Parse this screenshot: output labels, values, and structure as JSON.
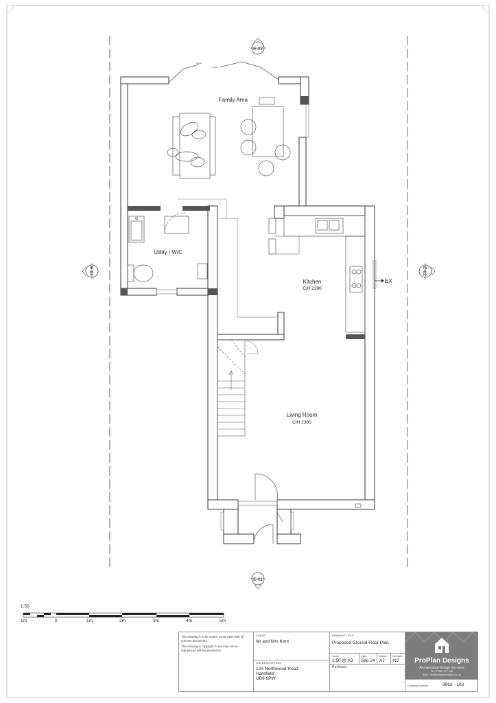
{
  "elevation_markers": {
    "top": "E-03",
    "left": "E-04",
    "right": "E-02",
    "bottom": "E-01"
  },
  "rooms": {
    "family_area": {
      "name": "Family Area"
    },
    "utility": {
      "name": "Utility / W/C"
    },
    "kitchen": {
      "name": "Kitchen",
      "height": "C/H 2390"
    },
    "living": {
      "name": "Living Room",
      "height": "C/H 2380"
    }
  },
  "extract_label": "EX",
  "scale_bar": {
    "ratio": "1:50",
    "ticks": [
      "1m",
      "0",
      "1m",
      "2m",
      "3m",
      "4m",
      "5m"
    ]
  },
  "title_block": {
    "notes": [
      "This drawing is to be read in conjunction with all relevant documents.",
      "This drawing is copyright © and may not be reproduced without permission"
    ],
    "client_caption": "CLIENT",
    "client": "Mr and Mrs Kent",
    "job_caption": "JOB DESCRIPTION",
    "address": [
      "12A Northwood Road",
      "Harefield",
      "UB9 6PW"
    ],
    "title_caption": "DRAWING TITLE",
    "title": "Proposed Ground Floor Plan",
    "scale_caption": "Scale",
    "scale": "1:50 @ A3",
    "date_caption": "Date",
    "date": "Sep 24",
    "drawn_caption": "Drawn",
    "drawn": "AJ",
    "checked_caption": "Checked",
    "checked": "NJ",
    "revisions_caption": "Revisions",
    "brand": "ProPlan Designs",
    "brand_sub": "Architectural Design Services",
    "brand_tel": "Tel: 07986 477 246",
    "brand_mail": "Mail: info@proplandesigns.co.uk",
    "drawing_number_caption": "Drawing Number",
    "drawing_number": "9962 - 103"
  }
}
